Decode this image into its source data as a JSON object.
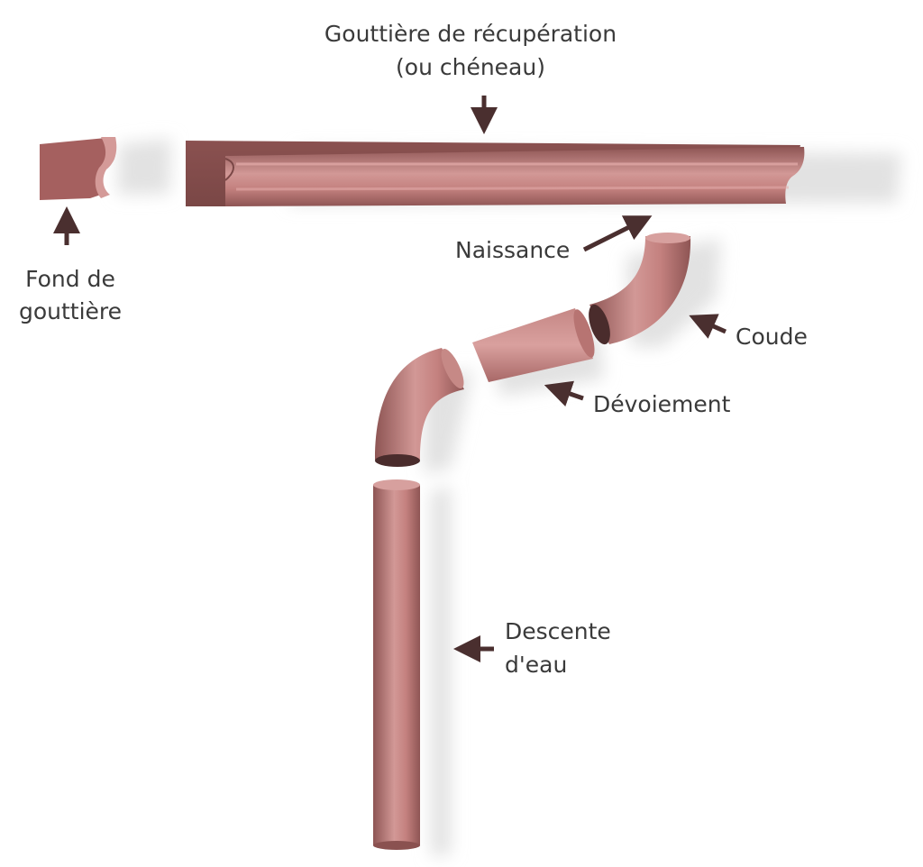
{
  "colors": {
    "pipe": "#c07e7c",
    "pipe_light": "#dba19f",
    "pipe_dark": "#8a5150",
    "opening": "#4a2c2c",
    "arrow": "#4a2f2f",
    "shadow": "#e2e2e2",
    "text": "#3a3a3a"
  },
  "labels": {
    "gutter_line1": "Gouttière de récupération",
    "gutter_line2": "(ou chéneau)",
    "end_cap_line1": "Fond de",
    "end_cap_line2": "gouttière",
    "outlet": "Naissance",
    "elbow": "Coude",
    "offset": "Dévoiement",
    "downpipe_line1": "Descente",
    "downpipe_line2": "d'eau"
  },
  "icons": {
    "arrow": "arrow-icon"
  }
}
